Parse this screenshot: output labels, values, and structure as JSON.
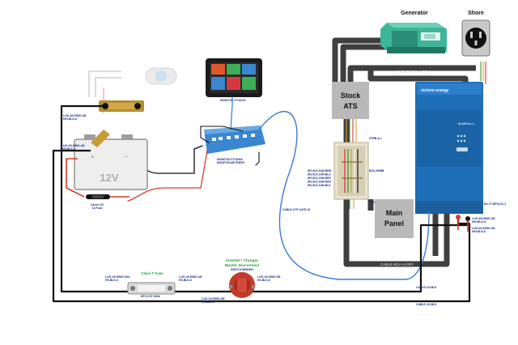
{
  "devices": {
    "generator": "Generator",
    "shore": "Shore",
    "stock_ats": [
      "Stock",
      "ATS"
    ],
    "main_panel": [
      "Main",
      "Panel"
    ],
    "battery_voltage": "12V",
    "display_part": "MONITOR-VTOUCH",
    "gx_part_lines": [
      "MONITOR-VTCE500",
      "MONITOR-MKTEMPS"
    ],
    "multiplus_brand": "victron energy",
    "multiplus_model": "MultiPlus-II"
  },
  "fuses": {
    "inline_fuse": "Carlex GX",
    "inline_fuse_rating": "1A Fuse",
    "class_t": "Class T Fuse",
    "class_t_part": "BP-CLST-300A"
  },
  "disconnect": {
    "title_lines": [
      "Inverter / Charger",
      "Master Disconnect"
    ],
    "part": "SWITCH-BSW300"
  },
  "cables": {
    "top_ac": "CABLE-6GA-4-GRY",
    "bottom_ac": "CABLE-6GA-4-GRY",
    "ve_bus": "CABLE-UTP-CAT6-10",
    "neg_return": "CABLE-1/0-BLK",
    "pos_feed": "CABLE-1/0-BLK",
    "str_a": "STRB-A-1",
    "str_b": "STRB-A-1",
    "dc_side": "BS-YT-BPS-DC-2"
  },
  "lugs": {
    "battery_pos": [
      "LUG-4/0-RING-3/8",
      "H/H-BLK-6"
    ],
    "battery_neg": [
      "LUG-4/0-RING-3/8",
      "H/H-BLK-6"
    ],
    "fuse_in": [
      "LUG-1/0-RING-5/16",
      "HS-BLK-6"
    ],
    "fuse_out": [
      "LUG-1/0-RING-3/8",
      "HS-BLK-6"
    ],
    "switch_in": [
      "LUG-1/0-RING-3/8",
      "HS-BLK-6"
    ],
    "switch_out": [
      "LUG-1/0-RING-3/8",
      "HS-BLK-6"
    ],
    "inv_pos": [
      "LUG-4/0-RING-3/8",
      "H/H-BLK-6"
    ],
    "inv_neg": [
      "LUG-4/0-RING-3/8",
      "H/H-BLK-6"
    ]
  },
  "junction_wires": {
    "title": "BOX-4WBB",
    "items": [
      "8FLXD2-10W-BRN",
      "8FLXD2-10W-BLU",
      "8FLXD2-10W-RED",
      "8FLXD2-10W-WHT",
      "8FLXD2-10W-BLK"
    ]
  },
  "colors": {
    "ac_cable": "#3f3f3f",
    "dc_positive": "#d93a2c",
    "dc_negative": "#111111",
    "ve_bus": "#3a7bd5",
    "multiplus": "#1f6fb8",
    "generator": "#2fa98a"
  }
}
